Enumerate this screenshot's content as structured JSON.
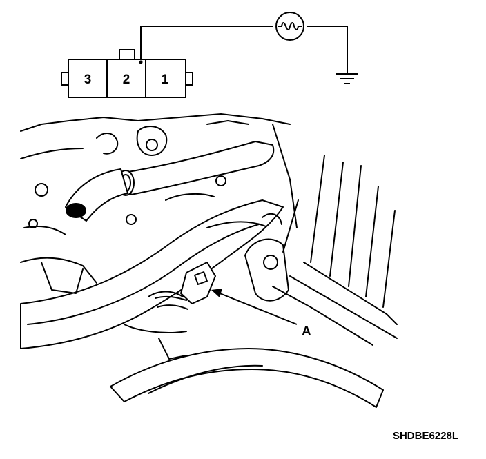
{
  "connector": {
    "pins": [
      {
        "label": "3"
      },
      {
        "label": "2"
      },
      {
        "label": "1"
      }
    ]
  },
  "callout": {
    "label": "A"
  },
  "figure_code": "SHDBE6228L",
  "colors": {
    "ink": "#000000",
    "paper": "#ffffff"
  },
  "icons": [
    "lamp-icon",
    "ground-icon"
  ]
}
